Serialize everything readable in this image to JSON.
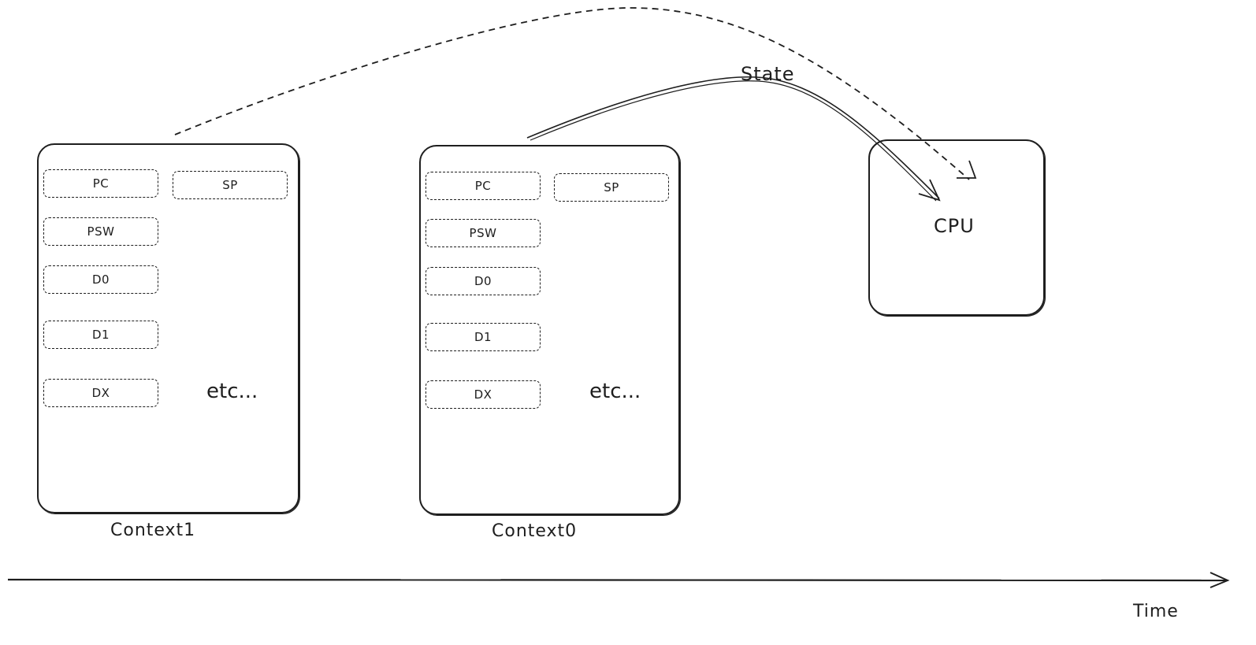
{
  "context1": {
    "caption": "Context1",
    "registers": [
      "PC",
      "SP",
      "PSW",
      "D0",
      "D1",
      "DX"
    ],
    "more": "etc..."
  },
  "context0": {
    "caption": "Context0",
    "registers": [
      "PC",
      "SP",
      "PSW",
      "D0",
      "D1",
      "DX"
    ],
    "more": "etc..."
  },
  "cpu": {
    "label": "CPU"
  },
  "arrow_label": "State",
  "timeline_label": "Time"
}
